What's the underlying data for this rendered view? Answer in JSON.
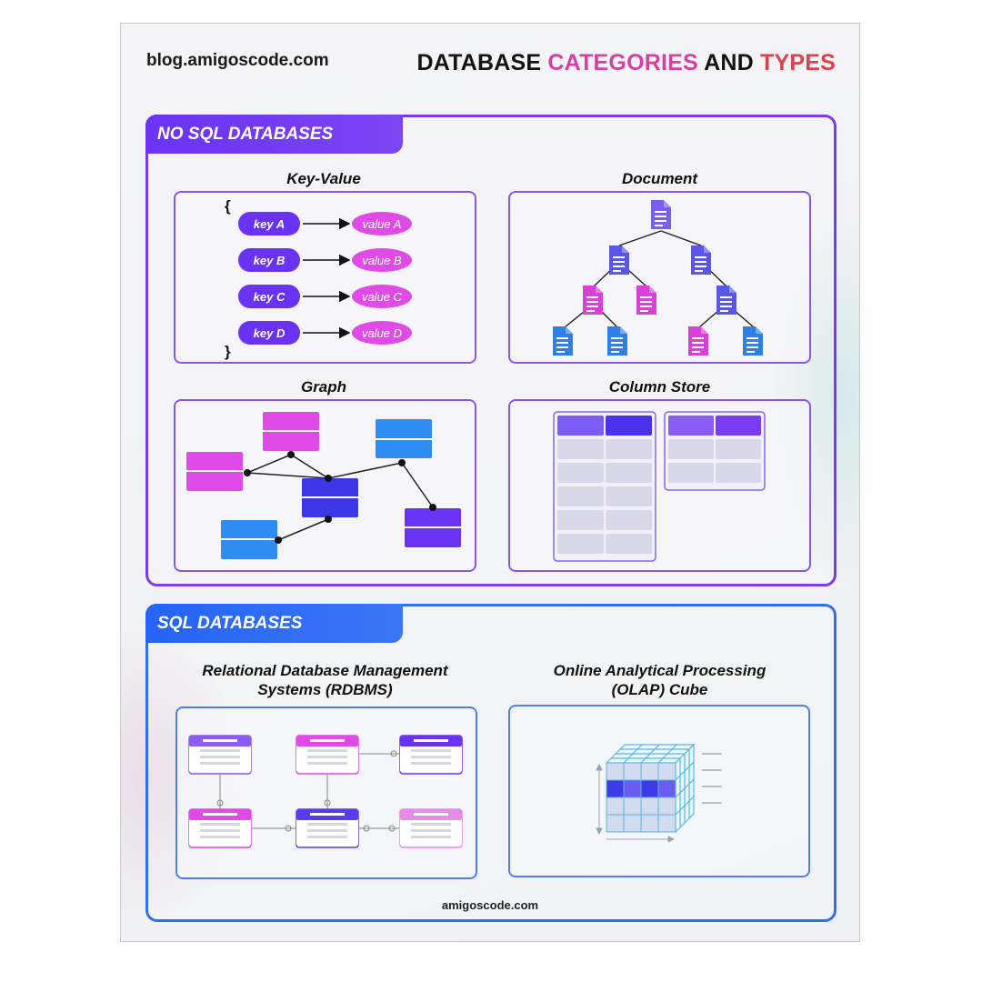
{
  "header": {
    "site": "blog.amigoscode.com",
    "title_part1": "DATABASE",
    "title_part2": "CATEGORIES",
    "title_part3": "AND",
    "title_part4": "TYPES"
  },
  "nosql": {
    "tab_label": "NO SQL DATABASES",
    "key_value": {
      "title": "Key-Value",
      "open_brace": "{",
      "close_brace": "}",
      "pairs": [
        {
          "key": "key A",
          "value": "value A"
        },
        {
          "key": "key B",
          "value": "value B"
        },
        {
          "key": "key C",
          "value": "value C"
        },
        {
          "key": "key D",
          "value": "value D"
        }
      ]
    },
    "document": {
      "title": "Document"
    },
    "graph": {
      "title": "Graph"
    },
    "column_store": {
      "title": "Column Store"
    }
  },
  "sql": {
    "tab_label": "SQL DATABASES",
    "rdbms": {
      "title_line1": "Relational Database Management",
      "title_line2": "Systems (RDBMS)"
    },
    "olap": {
      "title_line1": "Online Analytical Processing",
      "title_line2": "(OLAP) Cube"
    }
  },
  "footer": {
    "text": "amigoscode.com"
  },
  "colors": {
    "purple": "#6a33f4",
    "violet": "#7b3cf0",
    "magenta": "#e04ae6",
    "blue": "#2f6ef0",
    "sky": "#2f8cf0",
    "indigo": "#3b37e8",
    "title_pink": "#d63fa4",
    "title_red": "#d8434f"
  }
}
